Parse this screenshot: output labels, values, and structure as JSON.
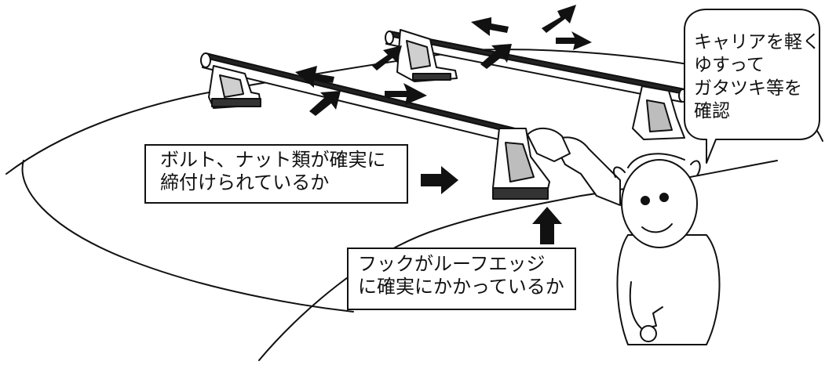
{
  "labels": {
    "bolt_check": {
      "line1": "ボルト、ナット類が確実に",
      "line2": "締付けられているか"
    },
    "hook_check": {
      "line1": "フックがルーフエッジ",
      "line2": "に確実にかかっているか"
    },
    "speech_bubble": {
      "line1": "キャリアを軽く",
      "line2": "ゆすって",
      "line3": "ガタツキ等を",
      "line4": "確認"
    }
  },
  "colors": {
    "ink": "#111111",
    "paper": "#ffffff"
  },
  "icons": [
    "shake-arrow-icon",
    "pointer-arrow-icon"
  ]
}
